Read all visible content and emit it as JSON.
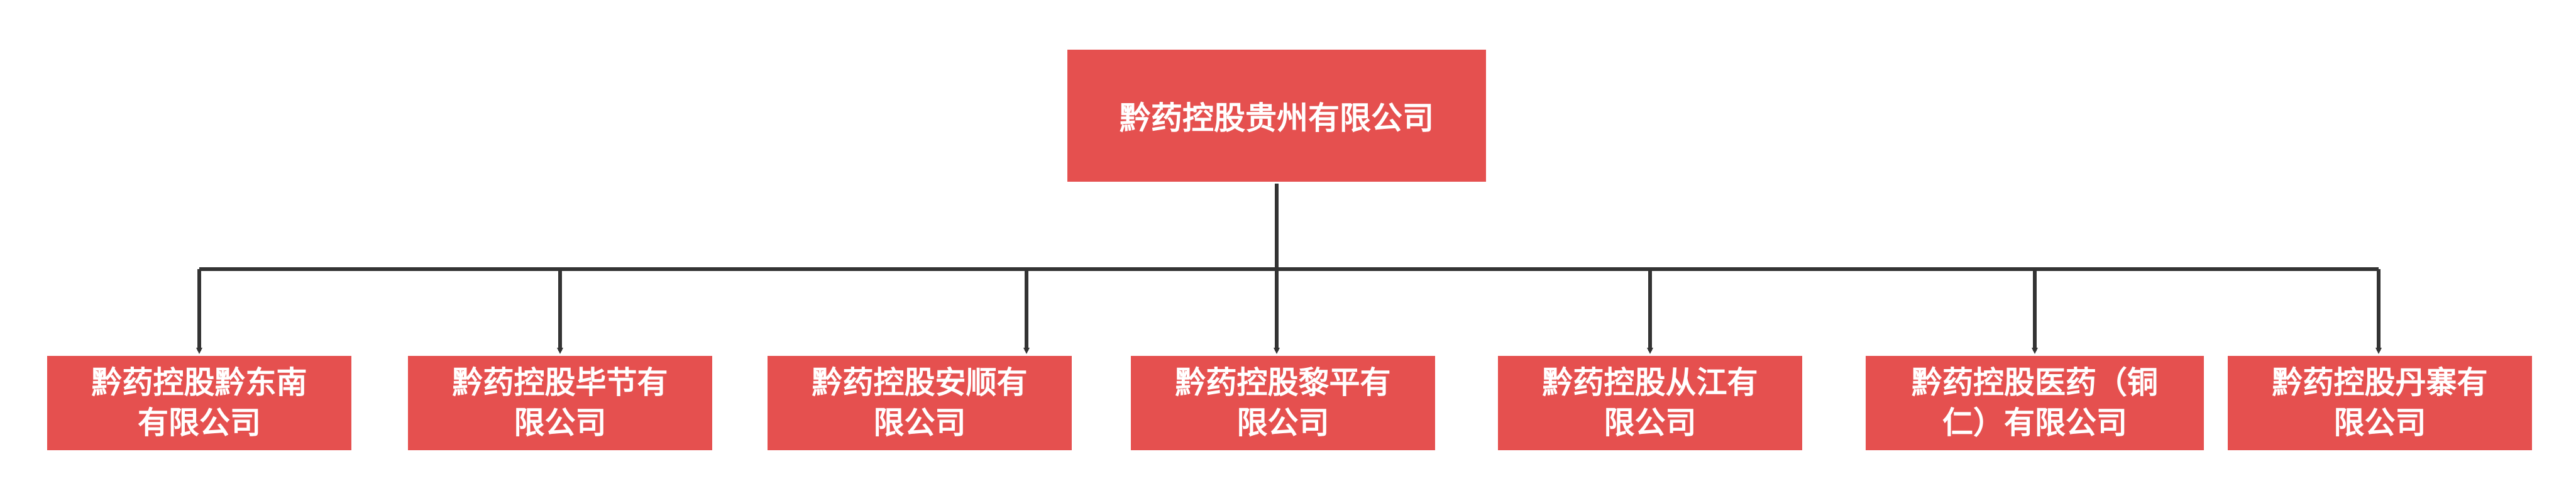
{
  "org_chart": {
    "root": {
      "label": "黔药控股贵州有限公司"
    },
    "children": [
      {
        "line1": "黔药控股黔东南",
        "line2": "有限公司"
      },
      {
        "line1": "黔药控股毕节有",
        "line2": "限公司"
      },
      {
        "line1": "黔药控股安顺有",
        "line2": "限公司"
      },
      {
        "line1": "黔药控股黎平有",
        "line2": "限公司"
      },
      {
        "line1": "黔药控股从江有",
        "line2": "限公司"
      },
      {
        "line1": "黔药控股医药（铜",
        "line2": "仁）有限公司"
      },
      {
        "line1": "黔药控股丹寨有",
        "line2": "限公司"
      }
    ],
    "colors": {
      "node_fill": "#e5504f",
      "node_text": "#ffffff",
      "connector": "#333333"
    }
  }
}
